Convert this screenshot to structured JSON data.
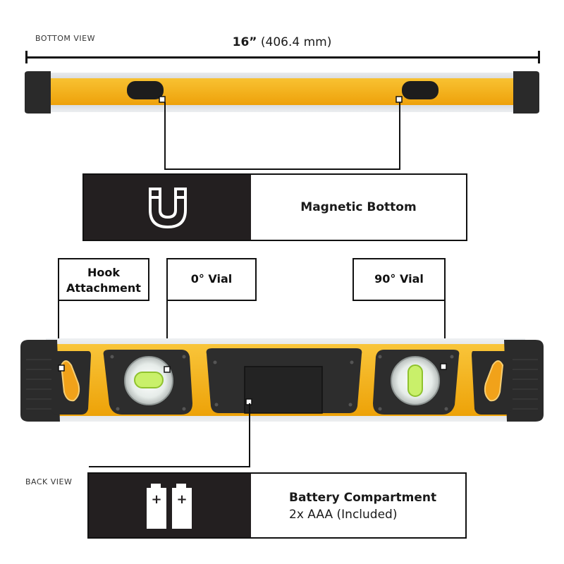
{
  "labels": {
    "bottom_view": "BOTTOM VIEW",
    "back_view": "BACK VIEW"
  },
  "dimension": {
    "bold": "16”",
    "rest": " (406.4  mm)"
  },
  "features": {
    "magnetic": {
      "title": "Magnetic Bottom",
      "icon": "magnet-icon"
    },
    "battery": {
      "title": "Battery Compartment",
      "subtitle": "2x AAA (Included)",
      "icon": "battery-icon"
    }
  },
  "callouts": {
    "hook_line1": "Hook",
    "hook_line2": "Attachment",
    "vial_0": "0° Vial",
    "vial_90": "90° Vial"
  },
  "battery_symbols": [
    "+",
    "+"
  ],
  "colors": {
    "body_yellow": "#f5b015",
    "rubber_black": "#2b2b2b",
    "aluminum": "#c9ccd0",
    "ink": "#111111"
  }
}
